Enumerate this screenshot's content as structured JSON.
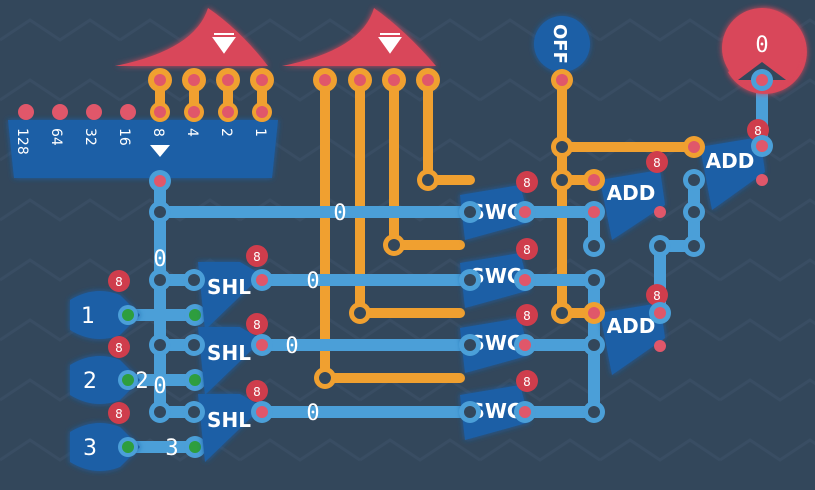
{
  "colors": {
    "background": "#33475b",
    "wire_blue": "#4b9fd8",
    "wire_orange": "#f0a030",
    "component_blue": "#1f5fa6",
    "component_red": "#d9475a",
    "pin_red": "#e0576a",
    "pin_green": "#2e9e3e",
    "badge_red": "#cf3d4c",
    "label_white": "#ffffff"
  },
  "icons": {
    "switch_arrow": "down-triangle-icon",
    "selector_arrow": "down-triangle-icon"
  },
  "bit_splitter": {
    "weights": [
      "128",
      "64",
      "32",
      "16",
      "8",
      "4",
      "2",
      "1"
    ]
  },
  "off_switch": {
    "label": "OFF"
  },
  "output_display": {
    "value": "0"
  },
  "badges": {
    "bit_width": "8"
  },
  "components": {
    "swc_label": "SWC",
    "add_label": "ADD",
    "shl_label": "SHL"
  },
  "inputs": [
    {
      "label": "1"
    },
    {
      "label": "2"
    },
    {
      "label": "3"
    }
  ],
  "wire_values": {
    "top": "0",
    "shl1": "0",
    "shl2": "0",
    "shl3": "0",
    "vertical_a": "0",
    "vertical_b": "0",
    "input2_overlap": "2",
    "input3_trail": "3"
  }
}
